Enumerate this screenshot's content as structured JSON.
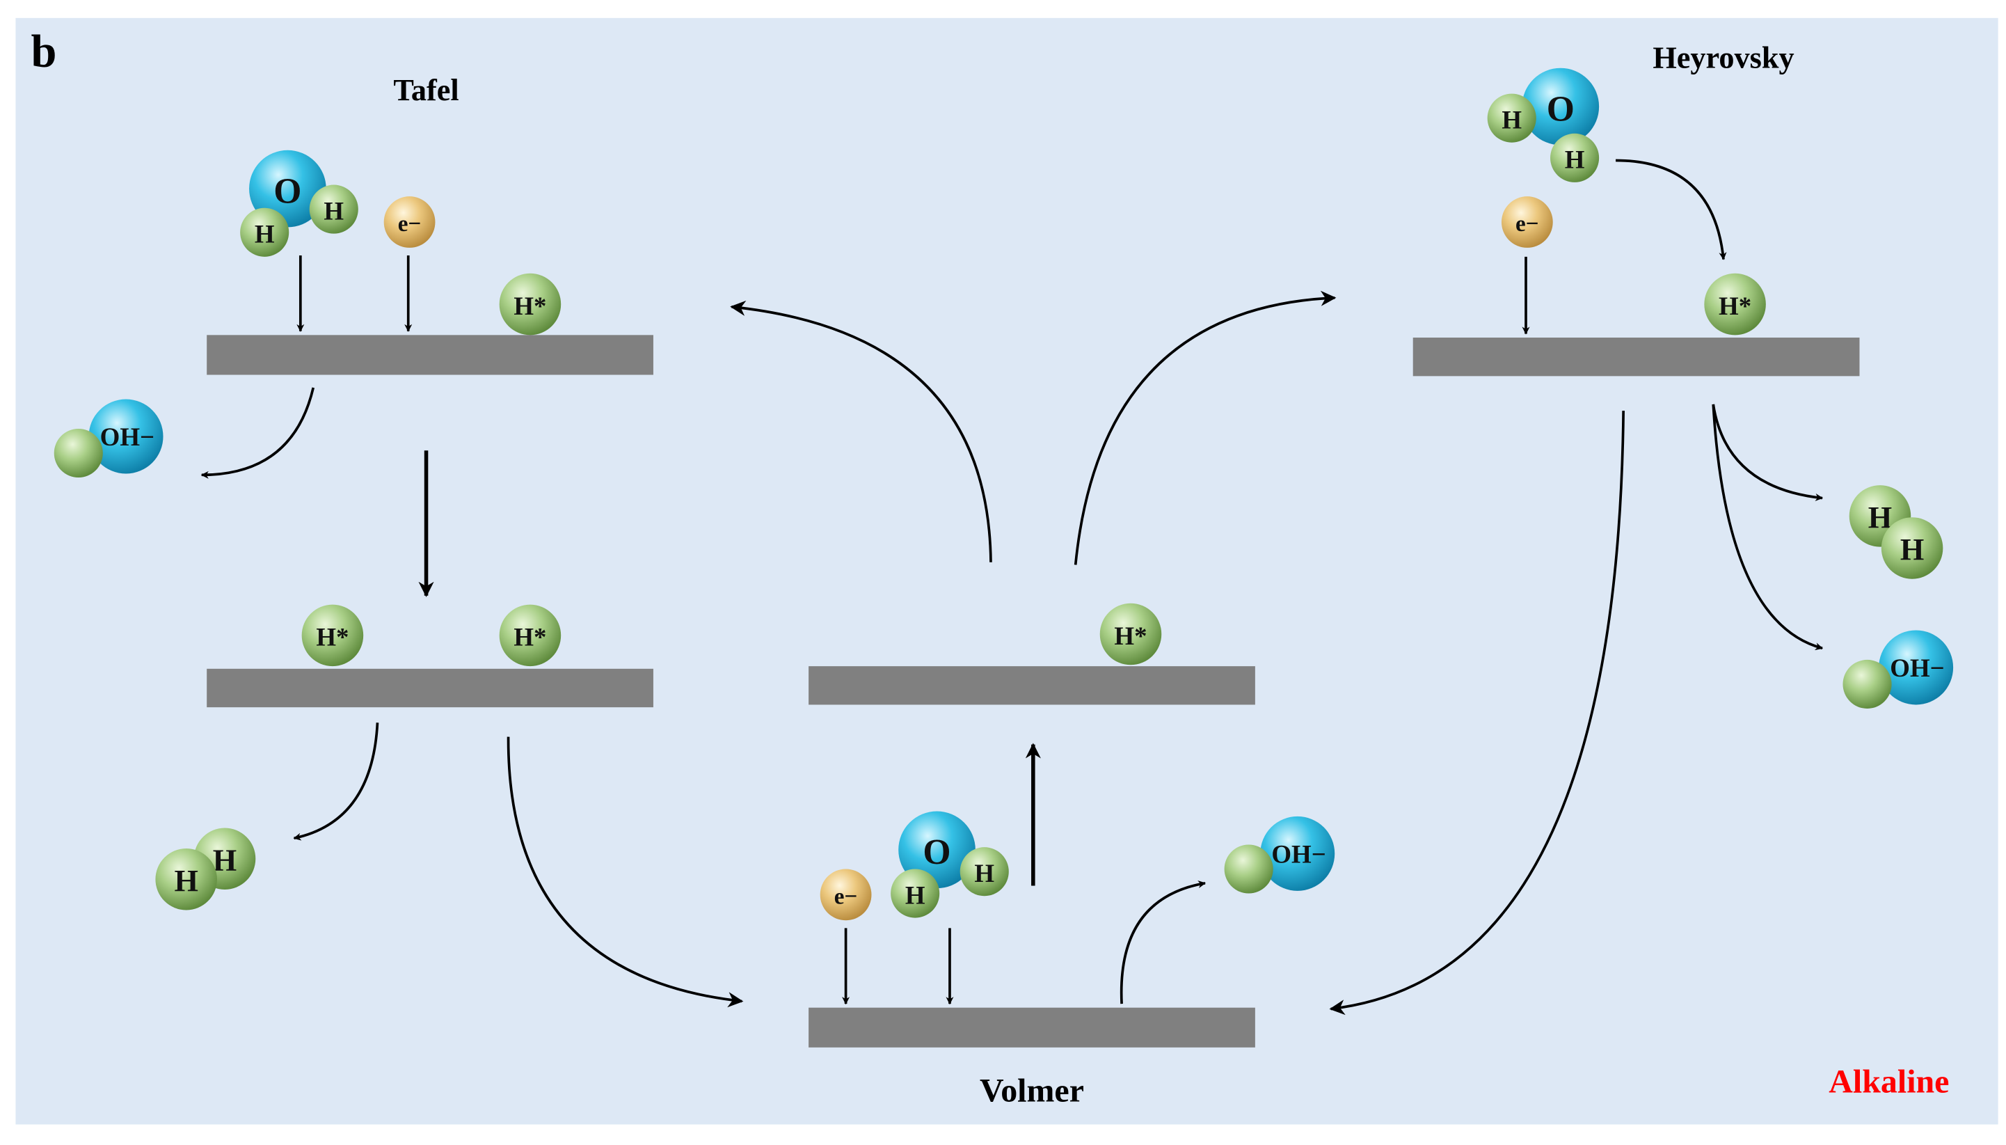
{
  "panel_label": "b",
  "steps": {
    "tafel": "Tafel",
    "heyrovsky": "Heyrovsky",
    "volmer": "Volmer"
  },
  "condition": "Alkaline",
  "species": {
    "oxygen": "O",
    "hydrogen": "H",
    "electron": "e−",
    "adsorbed_h": "H*",
    "hydroxide": "OH−"
  },
  "colors": {
    "background": "#dde8f5",
    "surface": "#808080",
    "oxygen_atom": "#2ab8dc",
    "hydrogen_atom": "#9cc47e",
    "electron": "#e6c27a",
    "arrow": "#000000",
    "condition_label": "#ff0000"
  }
}
